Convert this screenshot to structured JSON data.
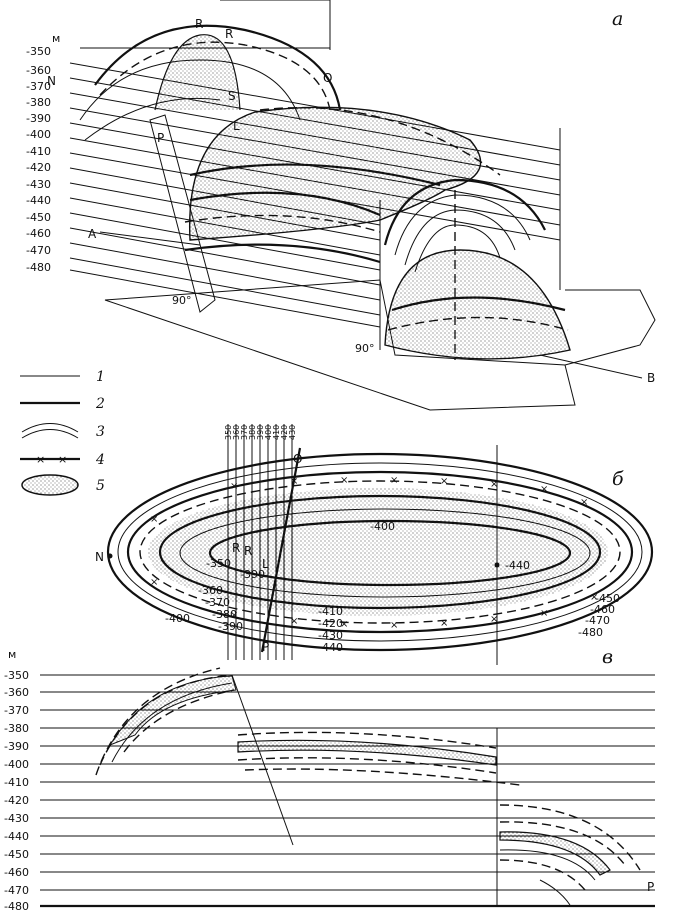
{
  "panels": {
    "a": {
      "letter": "а"
    },
    "b": {
      "letter": "б"
    },
    "c": {
      "letter": "в"
    }
  },
  "unit": "м",
  "elevations": [
    "-350",
    "-360",
    "-370",
    "-380",
    "-390",
    "-400",
    "-410",
    "-420",
    "-430",
    "-440",
    "-450",
    "-460",
    "-470",
    "-480"
  ],
  "points_a": {
    "R": "R",
    "R1": "R",
    "N": "N",
    "S": "S",
    "L": "L",
    "P": "P",
    "O": "O",
    "A": "A",
    "B": "B"
  },
  "angles": {
    "left": "90°",
    "right": "90°"
  },
  "legend": [
    {
      "num": "1",
      "symbol": "thin-line"
    },
    {
      "num": "2",
      "symbol": "thick-line"
    },
    {
      "num": "3",
      "symbol": "arc-lines"
    },
    {
      "num": "4",
      "symbol": "cross-line"
    },
    {
      "num": "5",
      "symbol": "dotted-ellipse"
    }
  ],
  "plan": {
    "N": "N",
    "R": "R",
    "R1": "R",
    "L": "L",
    "O": "O",
    "P": "P",
    "contours": {
      "c350": "-350",
      "c360": "-360",
      "c370": "-370",
      "c380": "-380",
      "c390": "-390",
      "c390b": "-390",
      "c400": "-400",
      "c400b": "-400",
      "c410": "-410",
      "c420": "-420",
      "c430": "-430",
      "c440": "-440",
      "c440b": "-440",
      "c450": "-450",
      "c460": "-460",
      "c470": "-470",
      "c480": "-480"
    },
    "top_ticks": [
      "350",
      "360",
      "370",
      "380",
      "390",
      "400",
      "410",
      "420",
      "430"
    ]
  },
  "section": {
    "P": "P"
  }
}
